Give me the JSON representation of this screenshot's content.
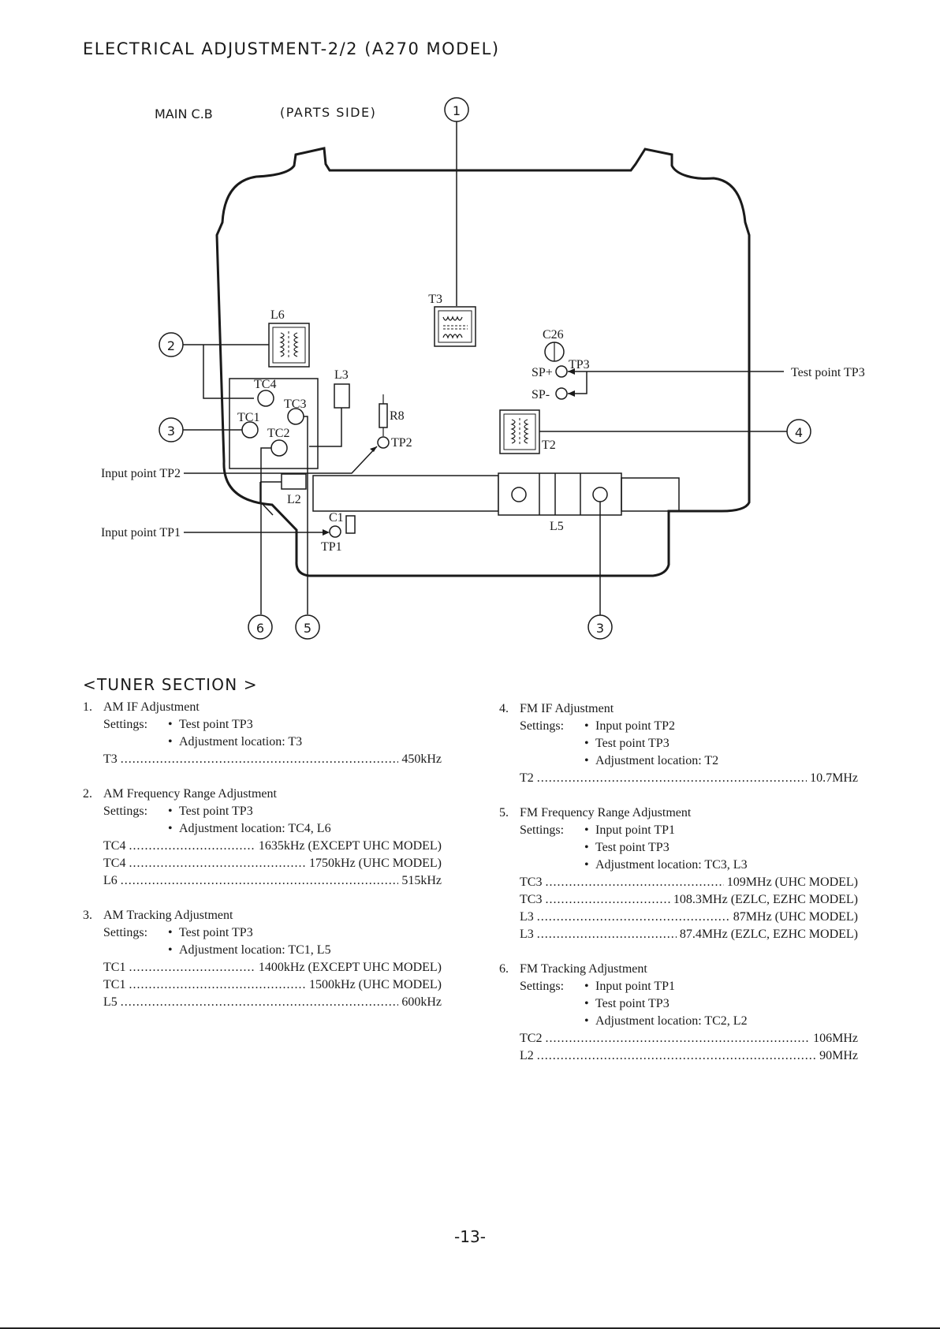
{
  "header": "ELECTRICAL ADJUSTMENT-2/2 (A270 MODEL)",
  "diagram": {
    "title_main": "MAIN C.B",
    "title_sub": "(PARTS SIDE)",
    "callouts": {
      "c1": "1",
      "c2": "2",
      "c3a": "3",
      "c3b": "3",
      "c4": "4",
      "c5": "5",
      "c6": "6"
    },
    "labels": {
      "T3": "T3",
      "L6": "L6",
      "C26": "C26",
      "TP3": "TP3",
      "SPplus": "SP+",
      "SPminus": "SP-",
      "test_point_tp3": "Test point TP3",
      "TC4": "TC4",
      "L3": "L3",
      "TC3": "TC3",
      "TC1": "TC1",
      "TC2": "TC2",
      "R8": "R8",
      "TP2": "TP2",
      "T2": "T2",
      "input_point_tp2": "Input point TP2",
      "L2": "L2",
      "C1": "C1",
      "TP1": "TP1",
      "input_point_tp1": "Input point TP1",
      "L5": "L5"
    }
  },
  "tuner_section_title": "<TUNER SECTION >",
  "left_items": [
    {
      "num": "1.",
      "title": "AM IF Adjustment",
      "settings_label": "Settings:",
      "bullets": [
        "Test point TP3",
        "Adjustment location: T3"
      ],
      "values": [
        {
          "k": "T3",
          "v": "450kHz"
        }
      ]
    },
    {
      "num": "2.",
      "title": "AM Frequency Range Adjustment",
      "settings_label": "Settings:",
      "bullets": [
        "Test point TP3",
        "Adjustment location: TC4, L6"
      ],
      "values": [
        {
          "k": "TC4",
          "v": "1635kHz (EXCEPT UHC MODEL)"
        },
        {
          "k": "TC4",
          "v": "1750kHz (UHC MODEL)"
        },
        {
          "k": "L6",
          "v": "515kHz"
        }
      ]
    },
    {
      "num": "3.",
      "title": "AM Tracking Adjustment",
      "settings_label": "Settings:",
      "bullets": [
        "Test point TP3",
        "Adjustment location: TC1, L5"
      ],
      "values": [
        {
          "k": "TC1",
          "v": "1400kHz (EXCEPT UHC MODEL)"
        },
        {
          "k": "TC1",
          "v": "1500kHz (UHC MODEL)"
        },
        {
          "k": "L5",
          "v": "600kHz"
        }
      ]
    }
  ],
  "right_items": [
    {
      "num": "4.",
      "title": "FM IF Adjustment",
      "settings_label": "Settings:",
      "bullets": [
        "Input point TP2",
        "Test point TP3",
        "Adjustment location: T2"
      ],
      "values": [
        {
          "k": "T2",
          "v": "10.7MHz"
        }
      ]
    },
    {
      "num": "5.",
      "title": "FM Frequency Range Adjustment",
      "settings_label": "Settings:",
      "bullets": [
        "Input point TP1",
        "Test point TP3",
        "Adjustment location: TC3, L3"
      ],
      "values": [
        {
          "k": "TC3",
          "v": "109MHz (UHC MODEL)"
        },
        {
          "k": "TC3",
          "v": "108.3MHz (EZLC, EZHC MODEL)"
        },
        {
          "k": "L3",
          "v": "87MHz (UHC MODEL)"
        },
        {
          "k": "L3",
          "v": "87.4MHz (EZLC, EZHC MODEL)"
        }
      ]
    },
    {
      "num": "6.",
      "title": "FM Tracking Adjustment",
      "settings_label": "Settings:",
      "bullets": [
        "Input point TP1",
        "Test point TP3",
        "Adjustment location: TC2, L2"
      ],
      "values": [
        {
          "k": "TC2",
          "v": "106MHz"
        },
        {
          "k": "L2",
          "v": "90MHz"
        }
      ]
    }
  ],
  "page_number": "-13-"
}
